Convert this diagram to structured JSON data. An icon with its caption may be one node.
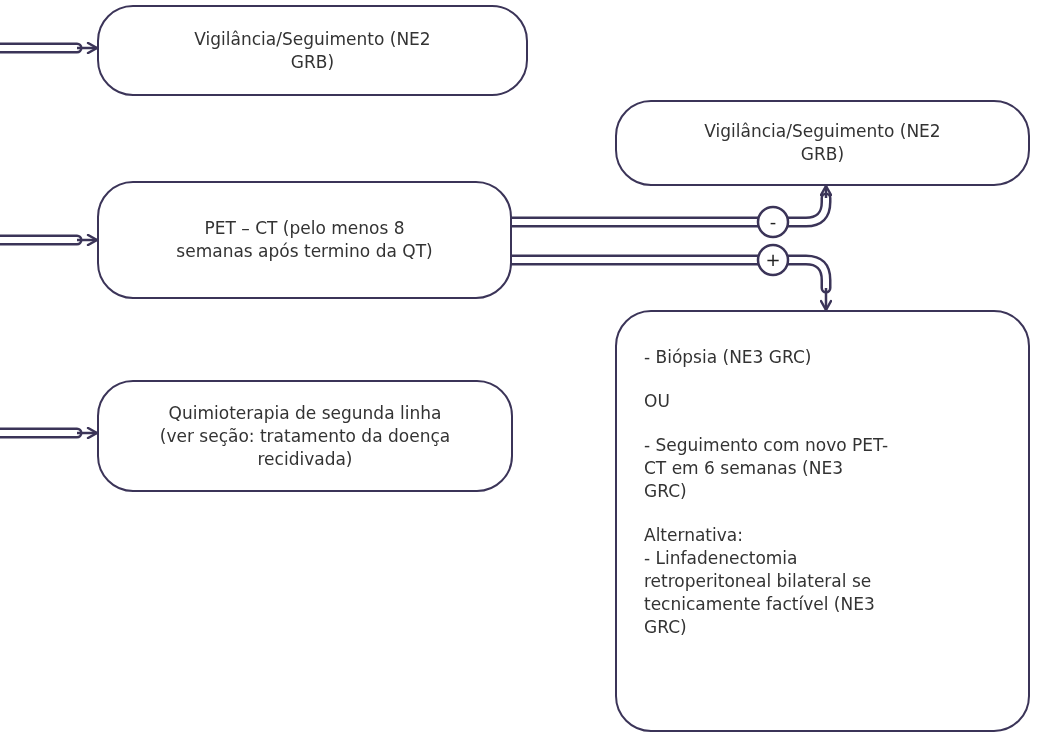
{
  "diagram": {
    "nodes": [
      {
        "text": [
          "Vigilância/Seguimento (NE2 GRB)"
        ]
      },
      {
        "text": [
          "Vigilância/Seguimento (NE2 GRB)"
        ]
      },
      {
        "text": [
          "PET – CT (pelo menos 8 semanas após termino da QT)"
        ]
      },
      {
        "text": [
          "Quimioterapia de segunda linha (ver seção: tratamento da doença recidivada)"
        ]
      },
      {
        "text": [
          "- Biópsia (NE3 GRC)",
          "OU",
          "- Seguimento com novo PET-CT em 6 semanas (NE3 GRC)",
          "Alternativa:",
          "- Linfadenectomia retroperitoneal bilateral se tecnicamente factível (NE3 GRC)"
        ]
      }
    ],
    "edges": [
      {
        "from": null,
        "to": 0,
        "arrow": "to"
      },
      {
        "from": null,
        "to": 2,
        "arrow": "to"
      },
      {
        "from": null,
        "to": 3,
        "arrow": "to"
      },
      {
        "from": 2,
        "to": 1,
        "arrow": "to",
        "label": "-"
      },
      {
        "from": 2,
        "to": 4,
        "arrow": "to",
        "label": "+"
      }
    ]
  }
}
